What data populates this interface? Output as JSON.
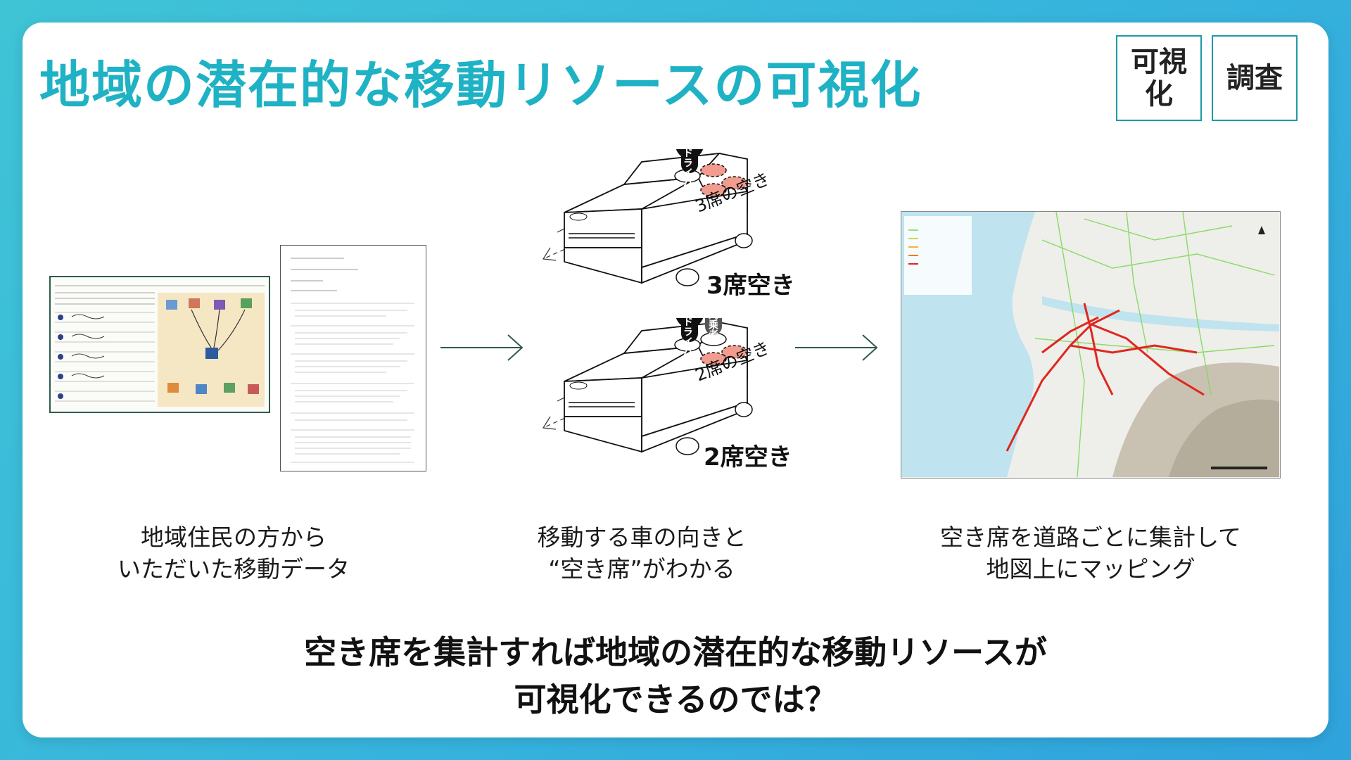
{
  "title": "地域の潜在的な移動リソースの可視化",
  "tags": [
    "可視化",
    "調査"
  ],
  "cars": {
    "top": {
      "label": "3席空き",
      "side_text": "3席の空き",
      "badges": [
        "ドライバー"
      ]
    },
    "bottom": {
      "label": "2席空き",
      "side_text": "2席の空き",
      "badges": [
        "ドライバー",
        "同乗者"
      ]
    }
  },
  "captions": {
    "left": [
      "地域住民の方から",
      "いただいた移動データ"
    ],
    "center": [
      "移動する車の向きと",
      "“空き席”がわかる"
    ],
    "right": [
      "空き席を道路ごとに集計して",
      "地図上にマッピング"
    ]
  },
  "conclusion": [
    "空き席を集計すれば地域の潜在的な移動リソースが",
    "可視化できるのでは？"
  ],
  "colors": {
    "accent": "#1fb2c4",
    "seat": "#f29b8f",
    "road_low": "#7ed957",
    "road_high": "#e0261d"
  },
  "icons": [
    "right-arrow-icon",
    "person-pin-icon",
    "north-arrow-icon"
  ]
}
